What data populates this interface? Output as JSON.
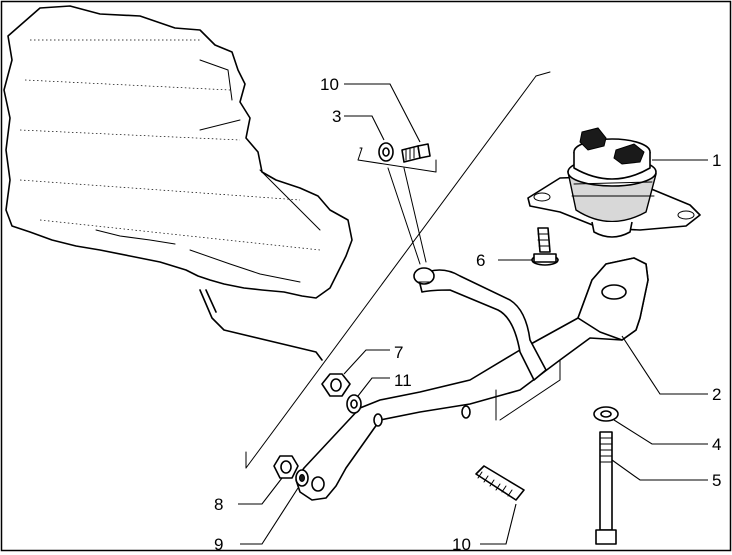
{
  "callouts": {
    "c1": "1",
    "c2": "2",
    "c3": "3",
    "c4": "4",
    "c5": "5",
    "c6": "6",
    "c7": "7",
    "c8": "8",
    "c9": "9",
    "c10_top": "10",
    "c10_bottom": "10",
    "c11": "11"
  }
}
